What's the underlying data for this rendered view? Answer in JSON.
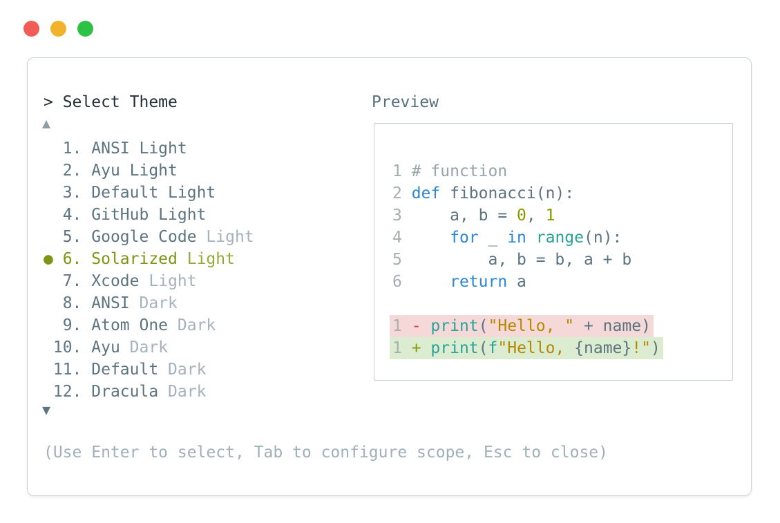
{
  "window": {
    "controls": [
      {
        "name": "close-window-button",
        "color": "#f25c57"
      },
      {
        "name": "minimize-window-button",
        "color": "#f2b32c"
      },
      {
        "name": "zoom-window-button",
        "color": "#2dc246"
      }
    ]
  },
  "dialog": {
    "title": "> Select Theme",
    "up_arrow": "▲",
    "down_arrow": "▼",
    "footer": "(Use Enter to select, Tab to configure scope, Esc to close)",
    "list": {
      "selected_index": 6,
      "selected_value": "Solarized Light",
      "rows": [
        {
          "value": "ANSI Light",
          "tokens": [
            {
              "t": "  1. ",
              "c": "item"
            },
            {
              "t": "ANSI Light",
              "c": "item"
            }
          ]
        },
        {
          "value": "Ayu Light",
          "tokens": [
            {
              "t": "  2. ",
              "c": "item"
            },
            {
              "t": "Ayu Light",
              "c": "item"
            }
          ]
        },
        {
          "value": "Default Light",
          "tokens": [
            {
              "t": "  3. ",
              "c": "item"
            },
            {
              "t": "Default Light",
              "c": "item"
            }
          ]
        },
        {
          "value": "GitHub Light",
          "tokens": [
            {
              "t": "  4. ",
              "c": "item"
            },
            {
              "t": "GitHub Light",
              "c": "item"
            }
          ]
        },
        {
          "value": "Google Code Light",
          "tokens": [
            {
              "t": "  5. ",
              "c": "item"
            },
            {
              "t": "Google Code ",
              "c": "item"
            },
            {
              "t": "Light",
              "c": "muted"
            }
          ]
        },
        {
          "value": "Solarized Light",
          "tokens": [
            {
              "t": "● 6. ",
              "c": "sel"
            },
            {
              "t": "Solarized ",
              "c": "sel"
            },
            {
              "t": "Light",
              "c": "sel2"
            }
          ]
        },
        {
          "value": "Xcode Light",
          "tokens": [
            {
              "t": "  7. ",
              "c": "item"
            },
            {
              "t": "Xcode ",
              "c": "item"
            },
            {
              "t": "Light",
              "c": "muted"
            }
          ]
        },
        {
          "value": "ANSI Dark",
          "tokens": [
            {
              "t": "  8. ",
              "c": "item"
            },
            {
              "t": "ANSI ",
              "c": "item"
            },
            {
              "t": "Dark",
              "c": "muted"
            }
          ]
        },
        {
          "value": "Atom One Dark",
          "tokens": [
            {
              "t": "  9. ",
              "c": "item"
            },
            {
              "t": "Atom One ",
              "c": "item"
            },
            {
              "t": "Dark",
              "c": "muted"
            }
          ]
        },
        {
          "value": "Ayu Dark",
          "tokens": [
            {
              "t": " 10. ",
              "c": "item"
            },
            {
              "t": "Ayu ",
              "c": "item"
            },
            {
              "t": "Dark",
              "c": "muted"
            }
          ]
        },
        {
          "value": "Default Dark",
          "tokens": [
            {
              "t": " 11. ",
              "c": "item"
            },
            {
              "t": "Default ",
              "c": "item"
            },
            {
              "t": "Dark",
              "c": "muted"
            }
          ]
        },
        {
          "value": "Dracula Dark",
          "tokens": [
            {
              "t": " 12. ",
              "c": "item"
            },
            {
              "t": "Dracula ",
              "c": "item"
            },
            {
              "t": "Dark",
              "c": "muted"
            }
          ]
        }
      ]
    },
    "preview": {
      "label": "Preview",
      "code_rows": [
        {
          "tokens": [
            {
              "t": "1 ",
              "c": "ln"
            },
            {
              "t": "# function",
              "c": "com"
            }
          ]
        },
        {
          "tokens": [
            {
              "t": "2 ",
              "c": "ln"
            },
            {
              "t": "def",
              "c": "kw"
            },
            {
              "t": " fibonacci(n):",
              "c": "txt"
            }
          ]
        },
        {
          "tokens": [
            {
              "t": "3 ",
              "c": "ln"
            },
            {
              "t": "    a, b = ",
              "c": "txt"
            },
            {
              "t": "0",
              "c": "num"
            },
            {
              "t": ", ",
              "c": "txt"
            },
            {
              "t": "1",
              "c": "num"
            }
          ]
        },
        {
          "tokens": [
            {
              "t": "4 ",
              "c": "ln"
            },
            {
              "t": "    ",
              "c": "txt"
            },
            {
              "t": "for",
              "c": "kw"
            },
            {
              "t": " _ ",
              "c": "txt"
            },
            {
              "t": "in",
              "c": "kw"
            },
            {
              "t": " ",
              "c": "txt"
            },
            {
              "t": "range",
              "c": "fn"
            },
            {
              "t": "(n):",
              "c": "txt"
            }
          ]
        },
        {
          "tokens": [
            {
              "t": "5 ",
              "c": "ln"
            },
            {
              "t": "        a, b = b, a + b",
              "c": "txt"
            }
          ]
        },
        {
          "tokens": [
            {
              "t": "6 ",
              "c": "ln"
            },
            {
              "t": "    ",
              "c": "txt"
            },
            {
              "t": "return",
              "c": "kw"
            },
            {
              "t": " a",
              "c": "txt"
            }
          ]
        },
        {
          "tokens": []
        },
        {
          "bg": "rm_bg",
          "tokens": [
            {
              "t": "1 ",
              "c": "ln"
            },
            {
              "t": "- ",
              "c": "rm"
            },
            {
              "t": "print",
              "c": "fn"
            },
            {
              "t": "(",
              "c": "txt"
            },
            {
              "t": "\"Hello, \"",
              "c": "str"
            },
            {
              "t": " + name)",
              "c": "txt"
            }
          ]
        },
        {
          "bg": "ad_bg",
          "tokens": [
            {
              "t": "1 ",
              "c": "ln"
            },
            {
              "t": "+ ",
              "c": "ad"
            },
            {
              "t": "print",
              "c": "fn"
            },
            {
              "t": "(",
              "c": "txt"
            },
            {
              "t": "f",
              "c": "fn"
            },
            {
              "t": "\"Hello, ",
              "c": "str"
            },
            {
              "t": "{name}",
              "c": "txt"
            },
            {
              "t": "!\"",
              "c": "str"
            },
            {
              "t": ")",
              "c": "txt"
            }
          ]
        }
      ]
    }
  },
  "colors": {
    "title": "#242e34",
    "item": "#5e7480",
    "muted": "#a6b2b9",
    "sel": "#7d9415",
    "sel2": "#95a93b",
    "footer": "#9fb0b7",
    "arrow_up": "#8e9ca4",
    "arrow_down": "#5c7482",
    "preview_label": "#56707d",
    "ln": "#a6aeb2",
    "com": "#96a5a6",
    "kw": "#2e86d2",
    "fn": "#2aa198",
    "txt": "#5d7380",
    "num": "#859900",
    "str": "#b58900",
    "rm": "#dc3b35",
    "ad": "#859900",
    "rm_bg": "#f5d9d8",
    "ad_bg": "#dcecd1"
  }
}
